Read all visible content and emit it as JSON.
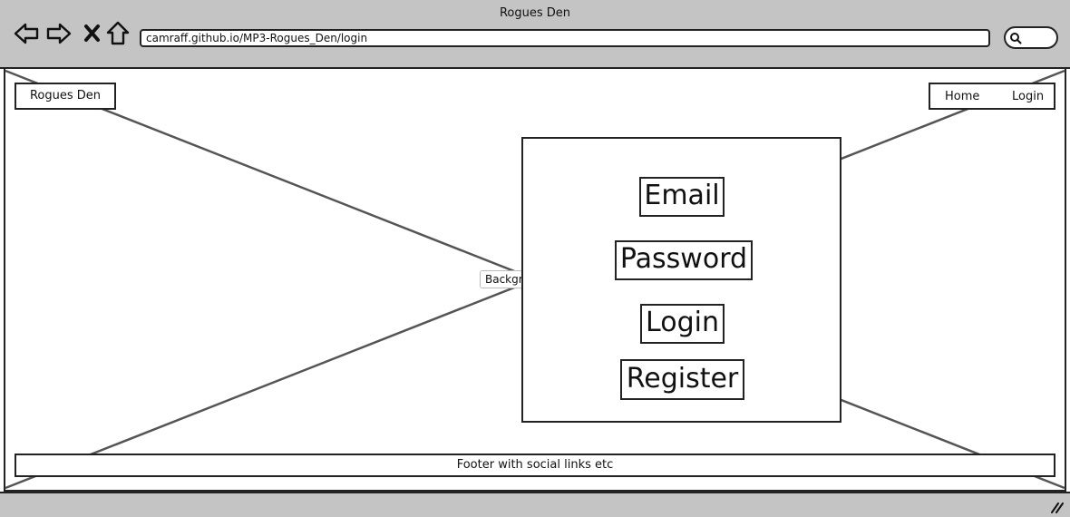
{
  "browser": {
    "window_title": "Rogues Den",
    "url": "camraff.github.io/MP3-Rogues_Den/login",
    "nav_icons": [
      "back-arrow-icon",
      "forward-arrow-icon",
      "close-x-icon",
      "home-icon"
    ],
    "search_icon": "search-icon"
  },
  "page": {
    "brand": "Rogues Den",
    "nav": {
      "home": "Home",
      "login": "Login"
    },
    "background_label": "Background",
    "login_form": {
      "email": "Email",
      "password": "Password",
      "login": "Login",
      "register": "Register"
    },
    "footer": "Footer with social links etc"
  }
}
